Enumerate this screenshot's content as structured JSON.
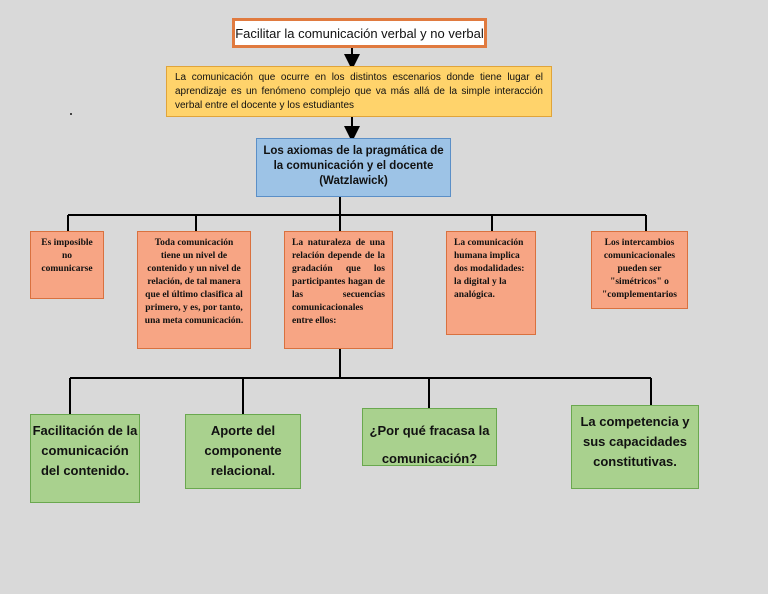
{
  "title": "Facilitar la comunicación verbal y no verbal",
  "intro": "La comunicación que ocurre en los distintos escenarios donde tiene lugar el aprendizaje es un fenómeno complejo que va más allá de la simple interacción verbal entre el docente y los estudiantes",
  "axioms_title": "Los axiomas de la pragmática de la comunicación y el docente (Watzlawick)",
  "axioms": [
    "Es imposible no comunicarse",
    "Toda comunicación tiene un nivel de contenido y un nivel de relación, de tal manera que el último clasifica al primero, y es, por tanto, una meta comunicación.",
    "La naturaleza de una relación depende de la gradación que los participantes hagan de las secuencias comunicacionales entre ellos:",
    "La comunicación humana implica dos modalidades: la digital y la analógica.",
    "Los intercambios comunicacionales pueden ser \"simétricos\" o \"complementarios"
  ],
  "topics": [
    "Facilitación de la comunicación del contenido.",
    "Aporte del componente relacional.",
    "¿Por qué fracasa la comunicación?",
    "La competencia y sus capacidades constitutivas."
  ],
  "colors": {
    "background": "#d9d9d9",
    "title_border": "#e07a3f",
    "intro_fill": "#ffd36b",
    "axiom_fill": "#9dc3e6",
    "orange_fill": "#f7a584",
    "green_fill": "#a9d18e"
  }
}
